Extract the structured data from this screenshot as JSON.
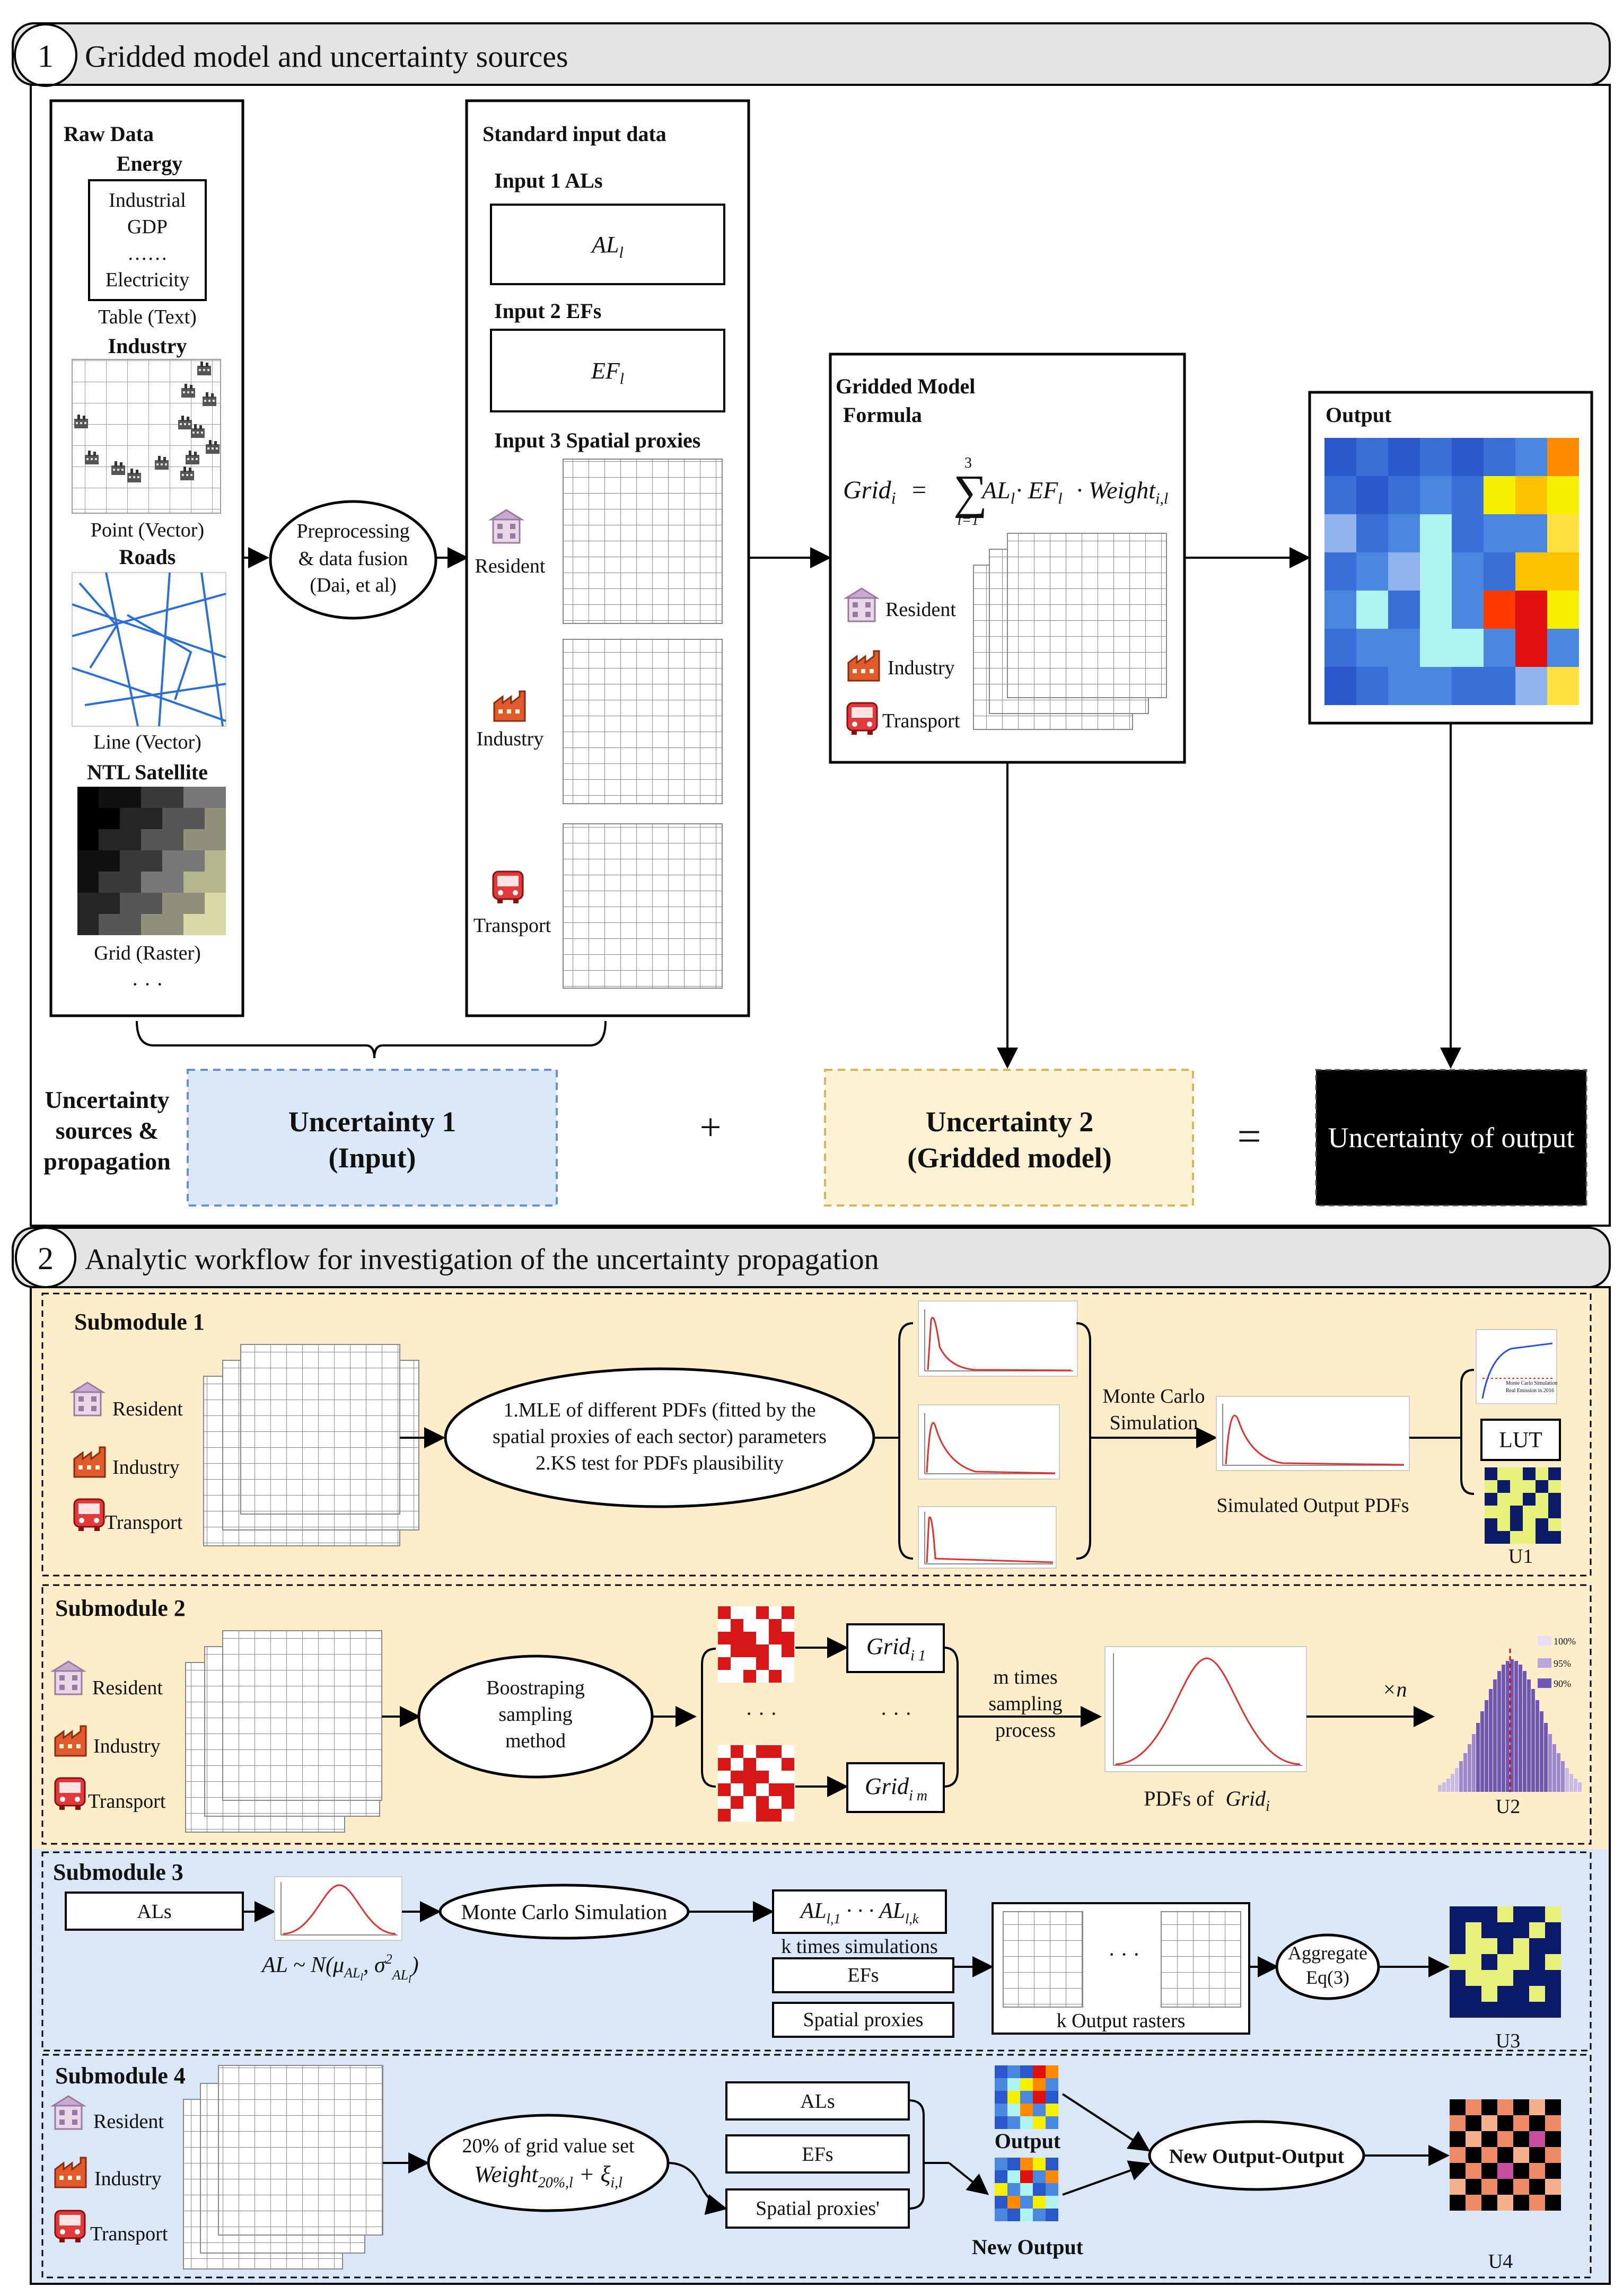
{
  "section1": {
    "number": "1",
    "title": "Gridded model and uncertainty sources",
    "raw_data": {
      "heading": "Raw Data",
      "energy": "Energy",
      "table_items": [
        "Industrial",
        "GDP",
        "……",
        "Electricity"
      ],
      "table_caption": "Table (Text)",
      "industry": "Industry",
      "point_caption": "Point (Vector)",
      "roads": "Roads",
      "line_caption": "Line (Vector)",
      "ntl": "NTL Satellite",
      "grid_caption": "Grid (Raster)",
      "more": "· · ·"
    },
    "preprocessing": [
      "Preprocessing",
      "& data fusion",
      "(Dai, et al)"
    ],
    "standard": {
      "heading": "Standard input data",
      "input1": "Input 1 ALs",
      "al": "AL",
      "al_sub": "l",
      "input2": "Input 2 EFs",
      "ef": "EF",
      "ef_sub": "l",
      "input3": "Input 3 Spatial proxies",
      "resident": "Resident",
      "industry": "Industry",
      "transport": "Transport"
    },
    "model": {
      "heading": "Gridded Model",
      "formula_label": "Formula",
      "lhs": "Grid",
      "lhs_sub": "i",
      "eq": "=",
      "sum_top": "3",
      "sum_bottom": "l=1",
      "rhs": "AL",
      "rhs_sub1": "l",
      "dot1": " · EF",
      "rhs_sub2": "l",
      "dot2": " · Weight",
      "rhs_sub3": "i,l",
      "resident": "Resident",
      "industry": "Industry",
      "transport": "Transport"
    },
    "output": {
      "heading": "Output"
    },
    "uncertainty": {
      "label": [
        "Uncertainty",
        "sources &",
        "propagation"
      ],
      "u1": [
        "Uncertainty 1",
        "(Input)"
      ],
      "plus": "+",
      "u2": [
        "Uncertainty 2",
        "(Gridded model)"
      ],
      "equals": "=",
      "result": "Uncertainty of output"
    }
  },
  "section2": {
    "number": "2",
    "title": "Analytic workflow for investigation of the uncertainty propagation",
    "sub1": {
      "title": "Submodule 1",
      "resident": "Resident",
      "industry": "Industry",
      "transport": "Transport",
      "ellipse": [
        "1.MLE of different PDFs (fitted by the",
        "spatial proxies of each sector) parameters",
        "2.KS test for PDFs plausibility"
      ],
      "mc": [
        "Monte Carlo",
        "Simulation"
      ],
      "simulated": "Simulated Output PDFs",
      "lut": "LUT",
      "u1": "U1"
    },
    "sub2": {
      "title": "Submodule 2",
      "resident": "Resident",
      "industry": "Industry",
      "transport": "Transport",
      "ellipse": [
        "Boostraping",
        "sampling",
        "method"
      ],
      "dots": "· · ·",
      "grid1": "Grid",
      "grid1_sub": "i 1",
      "gridm": "Grid",
      "gridm_sub": "i m",
      "mtimes": [
        "m times",
        "sampling",
        "process"
      ],
      "pdfs": "PDFs  of",
      "pdfs_grid": "Grid",
      "pdfs_sub": "i",
      "xn": "×n",
      "legend": [
        "100%",
        "95%",
        "90%"
      ],
      "u2": "U2"
    },
    "sub3": {
      "title": "Submodule 3",
      "als": "ALs",
      "dist": "AL ~ N(μ",
      "dist_sub": "AL",
      "dist_sub2": "l",
      "dist_mid": ", σ",
      "dist_sup": "2",
      "dist_end": ")",
      "mc": "Monte Carlo Simulation",
      "al_seq": "AL",
      "al_seq_sub1": "l,1",
      "al_seq_mid": " · · · AL",
      "al_seq_sub2": "l,k",
      "ktimes": "k times simulations",
      "efs": "EFs",
      "proxies": "Spatial proxies",
      "k_outputs": "k Output rasters",
      "dots": "· · ·",
      "aggregate": [
        "Aggregate",
        "Eq(3)"
      ],
      "u3": "U3"
    },
    "sub4": {
      "title": "Submodule 4",
      "resident": "Resident",
      "industry": "Industry",
      "transport": "Transport",
      "ellipse1": "20% of grid value set",
      "ellipse2": "Weight",
      "ellipse2_sub": "20%,l",
      "ellipse2_end": " + ξ",
      "ellipse2_sub2": "i,l",
      "als": "ALs",
      "efs": "EFs",
      "proxies": "Spatial proxies'",
      "output": "Output",
      "new_output": "New Output",
      "new_output_output": "New Output-Output",
      "u4": "U4"
    }
  }
}
